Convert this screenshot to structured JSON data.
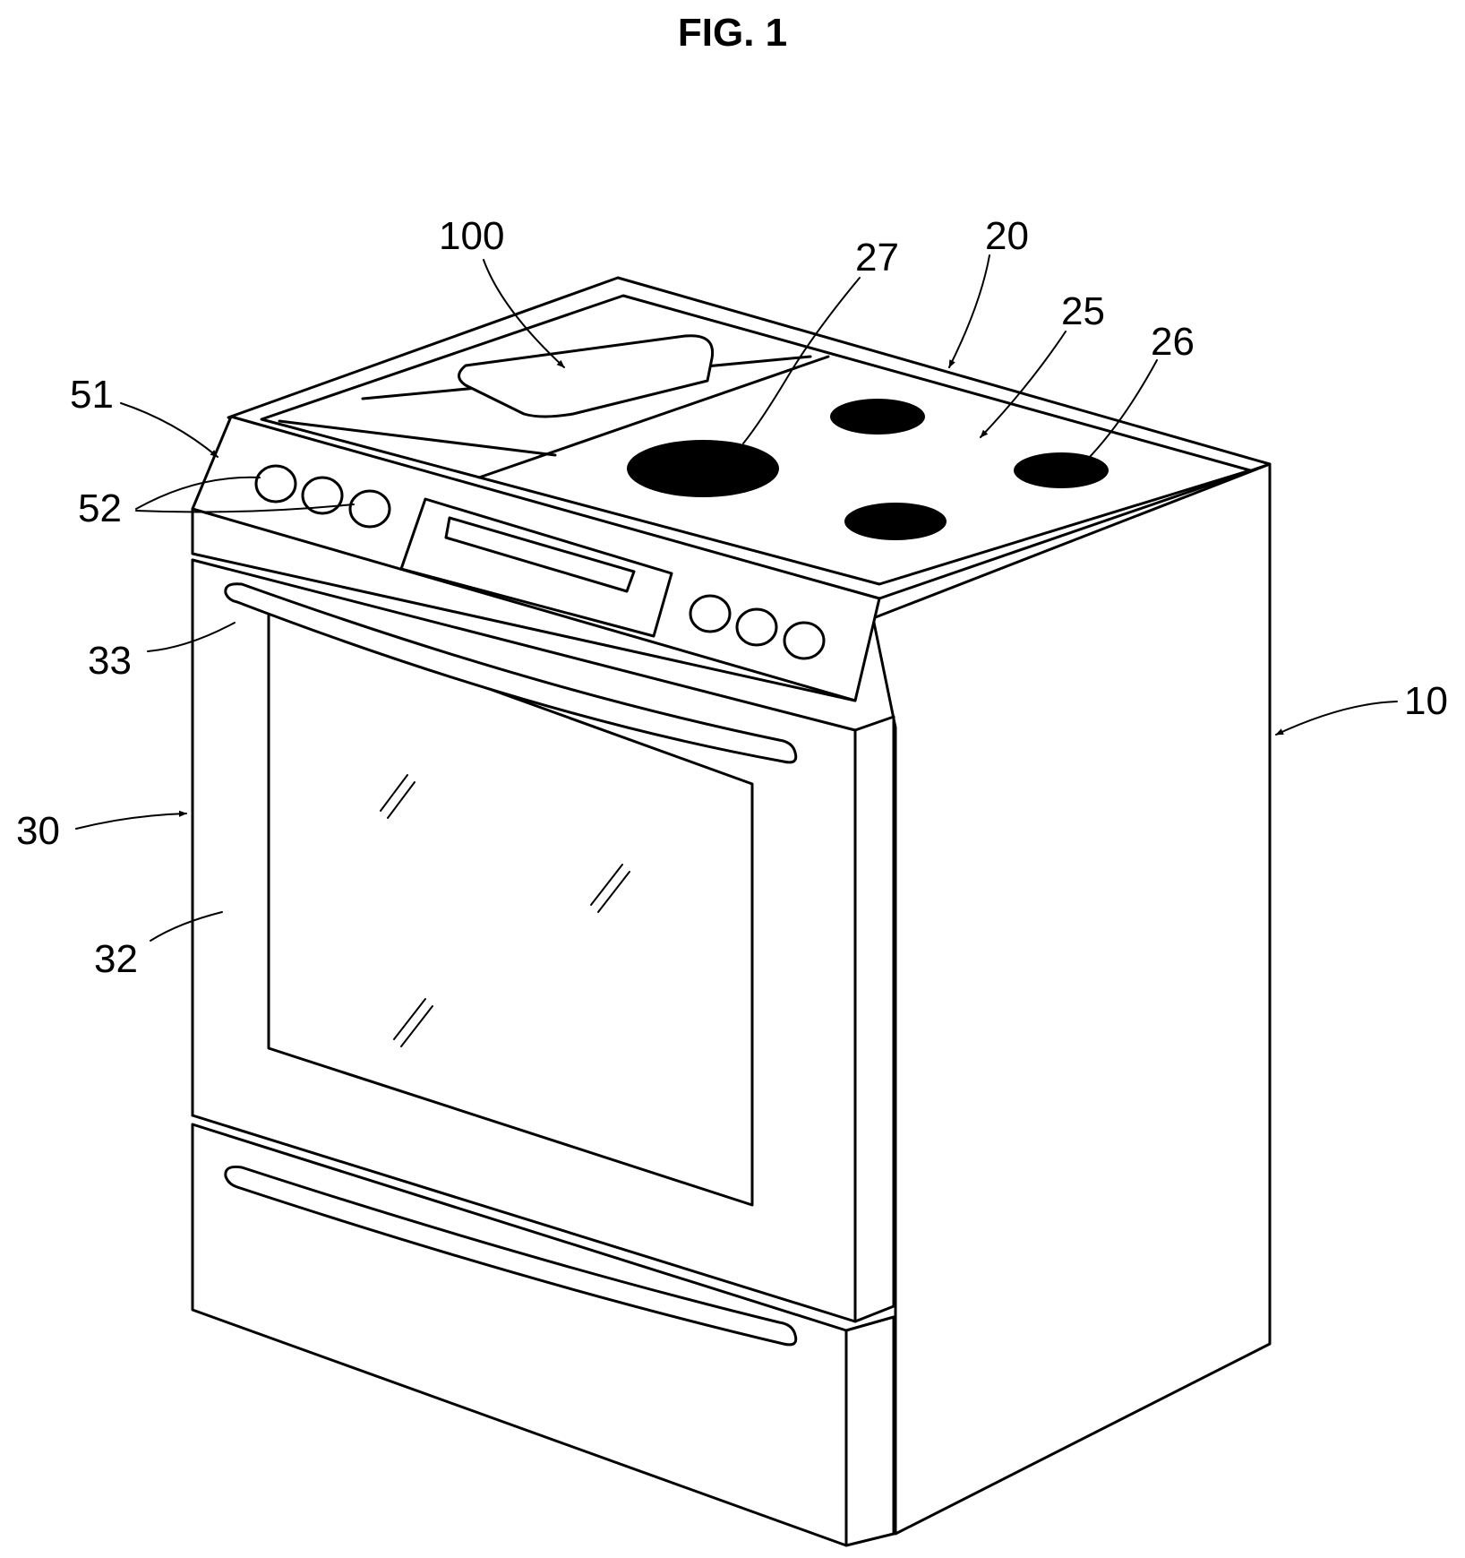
{
  "figure": {
    "title": "FIG. 1"
  },
  "references": {
    "r100": "100",
    "r27": "27",
    "r20": "20",
    "r25": "25",
    "r26": "26",
    "r51": "51",
    "r52": "52",
    "r33": "33",
    "r10": "10",
    "r30": "30",
    "r32": "32"
  }
}
